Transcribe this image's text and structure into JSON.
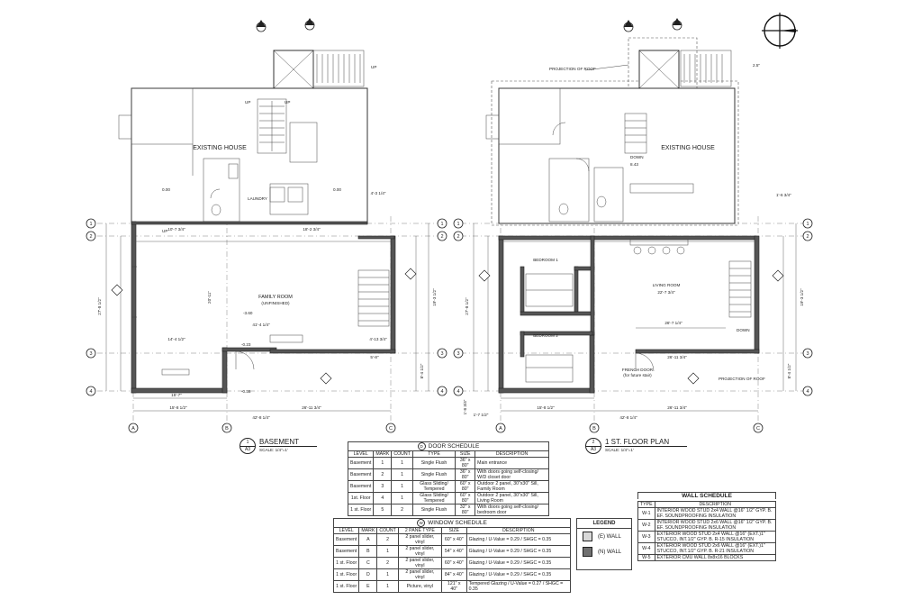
{
  "plans": {
    "basement": {
      "number": "1",
      "sheet": "A3",
      "title": "BASEMENT",
      "scale": "SCALE: 1/4\"=1'",
      "room_existing": "EXISTING HOUSE",
      "room_laundry": "LAUNDRY",
      "room_family": "FAMILY ROOM",
      "room_family_note": "(UNFINISHED)",
      "up_label": "UP",
      "elev_1": "0.00",
      "elev_2": "0.00",
      "elev_3": "-3.60",
      "elev_4": "-0.23",
      "elev_5": "-0.36",
      "dim_total": "42'-8 1/4\"",
      "dim_right": "26'-11 3/4\"",
      "dim_left": "15'-8 1/2\"",
      "dim_15_7": "15'-7\"",
      "dim_14_4": "14'-4 1/2\"",
      "dim_10_7": "10'-7 3/4\"",
      "dim_18_2": "18'-2 3/4\"",
      "dim_27_8": "27'-8 1/2\"",
      "dim_20": "20'-11\"",
      "dim_5_8": "5'-8\"",
      "dim_41_4": "41'-4 1/4\"",
      "dim_4_3": "4'-3 1/4\"",
      "dim_4_13": "4'-13 3/4\"",
      "dim_8_4": "8'-4 1/2\"",
      "dim_19_3": "19'-3 1/2\""
    },
    "first": {
      "number": "2",
      "sheet": "A3",
      "title": "1 ST. FLOOR PLAN",
      "scale": "SCALE: 1/4\"=1'",
      "room_existing": "EXISTING HOUSE",
      "room_bed1": "BEDROOM 1",
      "room_bed2": "BEDROOM 2",
      "room_living": "LIVING ROOM",
      "living_dim": "22'-7 3/4\"",
      "projection_roof_top": "PROJECTION OF ROOF",
      "projection_roof_bot": "PROJECTION OF ROOF",
      "french_door": "FRENCH DOOR",
      "french_door_note": "(for future stair)",
      "down_1": "DOWN",
      "down_2": "DOWN",
      "elev_1": "8.43",
      "dim_total": "42'-8 1/4\"",
      "dim_right": "26'-11 3/4\"",
      "dim_left": "15'-8 1/2\"",
      "dim_1_7": "1'-7 1/2\"",
      "dim_1_8": "1'-8 3/4\"",
      "dim_26_7": "26'-7 1/4\"",
      "dim_26_11": "26'-11 3/4\"",
      "dim_1_6": "1'-6 3/4\"",
      "dim_27_8": "27'-8 1/2\"",
      "dim_19_3": "19'-3 1/2\"",
      "dim_8_4": "8'-4 1/2\"",
      "slope": "2.5\""
    }
  },
  "grid_labels": {
    "cols": [
      "A",
      "B",
      "C"
    ],
    "rows": [
      "1",
      "2",
      "3",
      "4"
    ]
  },
  "door_schedule": {
    "symbol": "D",
    "title": "DOOR SCHEDULE",
    "headers": [
      "LEVEL",
      "MARK",
      "COUNT",
      "TYPE",
      "SIZE",
      "DESCRIPTION"
    ],
    "rows": [
      [
        "Basement",
        "1",
        "1",
        "Single Flush",
        "36\" x 80\"",
        "Main entrance"
      ],
      [
        "Basement",
        "2",
        "1",
        "Single Flush",
        "36\" x 80\"",
        "With doors going self-closing/ W/D closet door"
      ],
      [
        "Basement",
        "3",
        "1",
        "Glass Sliding/ Tempered",
        "60\" x 80\"",
        "Outdoor 2 panel, 30\"x30\" Sill, Family Room"
      ],
      [
        "1st. Floor",
        "4",
        "1",
        "Glass Sliding/ Tempered",
        "60\" x 80\"",
        "Outdoor 2 panel, 30\"x30\" Sill, Living Room"
      ],
      [
        "1 st. Floor",
        "5",
        "2",
        "Single Flush",
        "32\" x 80\"",
        "With doors going self-closing/ bedroom door"
      ]
    ]
  },
  "window_schedule": {
    "symbol": "W",
    "title": "WINDOW SCHEDULE",
    "headers": [
      "LEVEL",
      "MARK",
      "COUNT",
      "2 PANE TYPE",
      "SIZE",
      "DESCRIPTION"
    ],
    "rows": [
      [
        "Basement",
        "A",
        "2",
        "2 panel slider, vinyl",
        "60\" x 40\"",
        "Glazing / U-Value = 0.29 / SHGC = 0.35"
      ],
      [
        "Basement",
        "B",
        "1",
        "2 panel slider, vinyl",
        "54\" x 40\"",
        "Glazing / U-Value = 0.29 / SHGC = 0.35"
      ],
      [
        "1 st. Floor",
        "C",
        "2",
        "2 panel slider, vinyl",
        "60\" x 40\"",
        "Glazing / U-Value = 0.29 / SHGC = 0.35"
      ],
      [
        "1 st. Floor",
        "D",
        "1",
        "2 panel slider, vinyl",
        "84\" x 40\"",
        "Glazing / U-Value = 0.29 / SHGC = 0.35"
      ],
      [
        "1 st. Floor",
        "E",
        "1",
        "Picture, vinyl",
        "121\" x 40\"",
        "Tempered Glazing / U-Value = 0.27 / SHGC = 0.35"
      ]
    ]
  },
  "legend": {
    "title": "LEGEND",
    "existing": "(E) WALL",
    "new": "(N) WALL",
    "existing_color": "#d8d8d8",
    "new_color": "#707070"
  },
  "wall_schedule": {
    "title": "WALL SCHEDULE",
    "headers": [
      "TYPE",
      "DESCRIPTION"
    ],
    "rows": [
      [
        "W-1",
        "INTERIOR WOOD STUD 2x4 WALL @16\" 1/2\" GYP. B. EF. SOUNDPROOFING INSULATION"
      ],
      [
        "W-2",
        "INTERIOR WOOD STUD 2x6 WALL @16\" 1/2\" GYP. B. EF. SOUNDPROOFING INSULATION"
      ],
      [
        "W-3",
        "EXTERIOR WOOD STUD 2x4 WALL @16\" (EXT.)1\" STUCCO, INT.1/2\" GYP. B. R-15 INSULATION"
      ],
      [
        "W-4",
        "EXTERIOR WOOD STUD 2x6 WALL @16\" (EXT.)1\" STUCCO, INT.1/2\" GYP. B. R-21 INSULATION"
      ],
      [
        "W-5",
        "EXTERIOR CMU WALL 8x8x16 BLOCKS"
      ]
    ]
  }
}
